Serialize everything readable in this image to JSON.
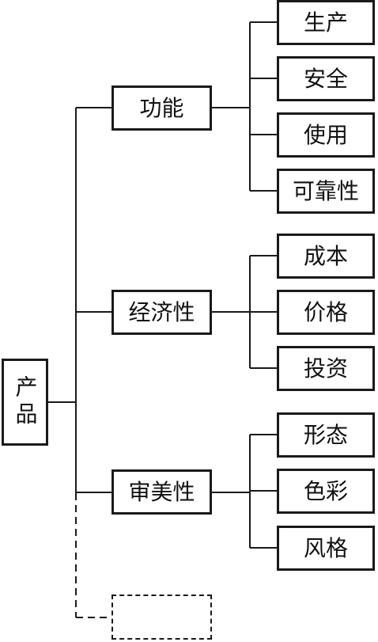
{
  "root": {
    "label": "产品"
  },
  "categories": [
    {
      "label": "功能",
      "items": [
        "生产",
        "安全",
        "使用",
        "可靠性"
      ]
    },
    {
      "label": "经济性",
      "items": [
        "成本",
        "价格",
        "投资"
      ]
    },
    {
      "label": "审美性",
      "items": [
        "形态",
        "色彩",
        "风格"
      ]
    },
    {
      "label": ""
    }
  ]
}
